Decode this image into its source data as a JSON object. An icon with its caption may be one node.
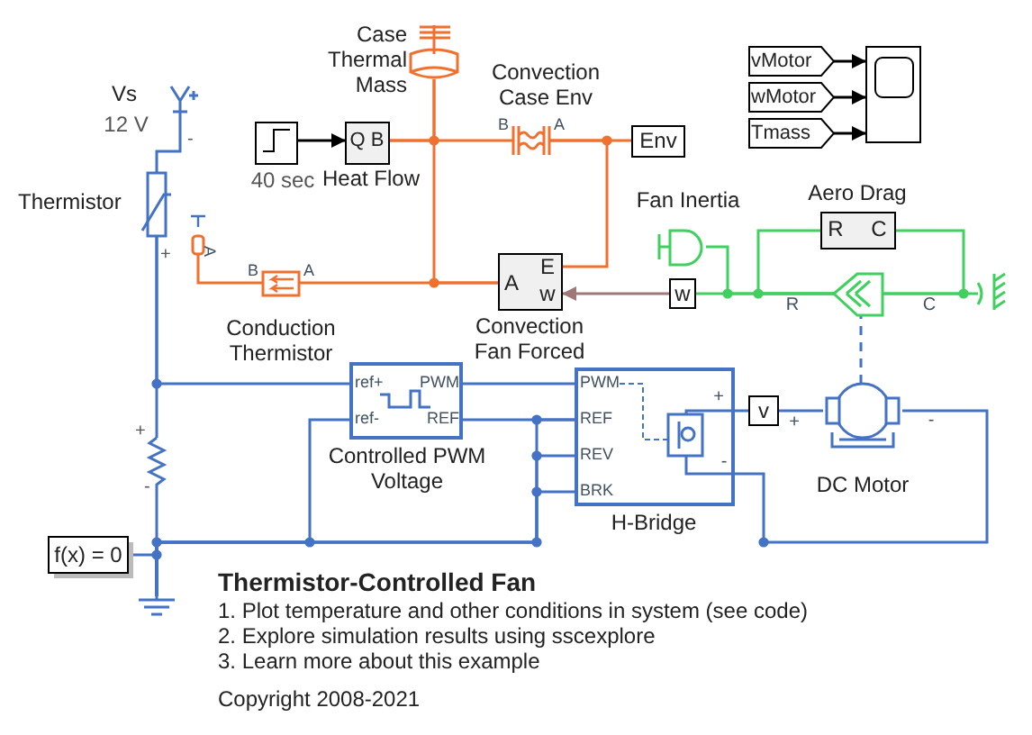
{
  "diagram": {
    "title": "Thermistor-Controlled Fan",
    "nodes": [
      {
        "text": [
          "Vs",
          "12 V"
        ]
      },
      {
        "text": [
          "Thermistor",
          "A"
        ]
      },
      {
        "text": [
          "Case Thermal Mass"
        ]
      },
      {
        "text": [],
        "shape": "box",
        "beside": [
          "40 sec"
        ]
      },
      {
        "text": [
          "Q",
          "B",
          "Heat Flow"
        ]
      },
      {
        "text": [
          "Convection Case Env",
          "B",
          "A"
        ]
      },
      {
        "text": [
          "Env"
        ]
      },
      {
        "text": [
          "B",
          "A",
          "Conduction Thermistor"
        ]
      },
      {
        "text": [
          "A",
          "E",
          "w",
          "Convection Fan Forced"
        ]
      },
      {
        "text": [
          "w"
        ]
      },
      {
        "text": [
          "Fan Inertia"
        ]
      },
      {
        "text": [
          "Aero Drag",
          "R",
          "C"
        ]
      },
      {
        "text": [
          "R",
          "C"
        ]
      },
      {
        "text": [],
        "shape": "ground"
      },
      {
        "text": [],
        "shape": "resistor"
      },
      {
        "text": [
          "ref+",
          "PWM",
          "ref-",
          "REF",
          "Controlled PWM Voltage"
        ]
      },
      {
        "text": [
          "PWM",
          "REF",
          "REV",
          "BRK",
          "+",
          "-",
          "H-Bridge"
        ]
      },
      {
        "text": [
          "v"
        ]
      },
      {
        "text": [
          "+",
          "-",
          "DC Motor"
        ]
      },
      {
        "text": [
          "f(x) = 0"
        ]
      },
      {
        "text": [],
        "shape": "ground"
      },
      {
        "text": [
          "vMotor"
        ]
      },
      {
        "text": [
          "wMotor"
        ]
      },
      {
        "text": [
          "Tmass"
        ]
      },
      {
        "text": [],
        "shape": "box"
      }
    ],
    "edges": [
      {
        "from": 3,
        "to": 4,
        "arrow": "to",
        "color": "#000000"
      },
      {
        "from": 4,
        "to": 5,
        "arrow": "none",
        "color": "#f07030"
      },
      {
        "from": 2,
        "to": 4,
        "arrow": "none",
        "color": "#f07030"
      },
      {
        "from": 5,
        "to": 6,
        "arrow": "none",
        "color": "#f07030"
      },
      {
        "from": 5,
        "to": 8,
        "arrow": "none",
        "color": "#f07030"
      },
      {
        "from": 1,
        "to": 7,
        "arrow": "none",
        "color": "#f07030"
      },
      {
        "from": 7,
        "to": 8,
        "arrow": "none",
        "color": "#f07030"
      },
      {
        "from": 2,
        "to": 8,
        "arrow": "none",
        "color": "#f07030"
      },
      {
        "from": 9,
        "to": 8,
        "arrow": "to",
        "color": "#a07878"
      },
      {
        "from": 9,
        "to": 12,
        "arrow": "none",
        "color": "#40d060"
      },
      {
        "from": 10,
        "to": 12,
        "arrow": "none",
        "color": "#40d060"
      },
      {
        "from": 11,
        "to": 12,
        "arrow": "none",
        "color": "#40d060"
      },
      {
        "from": 11,
        "to": 12,
        "arrow": "none",
        "color": "#40d060"
      },
      {
        "from": 12,
        "to": 13,
        "arrow": "none",
        "color": "#40d060"
      },
      {
        "from": 18,
        "to": 12,
        "arrow": "none",
        "style": "dashed"
      },
      {
        "from": 0,
        "to": 1,
        "arrow": "none"
      },
      {
        "from": 1,
        "to": 15,
        "arrow": "none"
      },
      {
        "from": 1,
        "to": 14,
        "arrow": "none"
      },
      {
        "from": 14,
        "to": 20,
        "arrow": "none"
      },
      {
        "from": 19,
        "to": 20,
        "arrow": "none"
      },
      {
        "from": 15,
        "to": 20,
        "arrow": "none"
      },
      {
        "from": 15,
        "to": 16,
        "arrow": "none"
      },
      {
        "from": 15,
        "to": 16,
        "arrow": "none"
      },
      {
        "from": 16,
        "to": 20,
        "arrow": "none"
      },
      {
        "from": 16,
        "to": 20,
        "arrow": "none"
      },
      {
        "from": 16,
        "to": 20,
        "arrow": "none"
      },
      {
        "from": 16,
        "to": 17,
        "arrow": "none"
      },
      {
        "from": 17,
        "to": 18,
        "arrow": "none"
      },
      {
        "from": 16,
        "to": 18,
        "arrow": "none"
      },
      {
        "from": 21,
        "to": 24,
        "arrow": "to",
        "color": "#000000"
      },
      {
        "from": 22,
        "to": 24,
        "arrow": "to",
        "color": "#000000"
      },
      {
        "from": 23,
        "to": 24,
        "arrow": "to",
        "color": "#000000"
      }
    ],
    "labels": [
      "-",
      "+",
      "+",
      "-",
      "1. Plot temperature and other conditions in system (see code)",
      "2. Explore simulation results using sscexplore",
      "3. Learn more about this example",
      "Copyright 2008-2021"
    ]
  }
}
